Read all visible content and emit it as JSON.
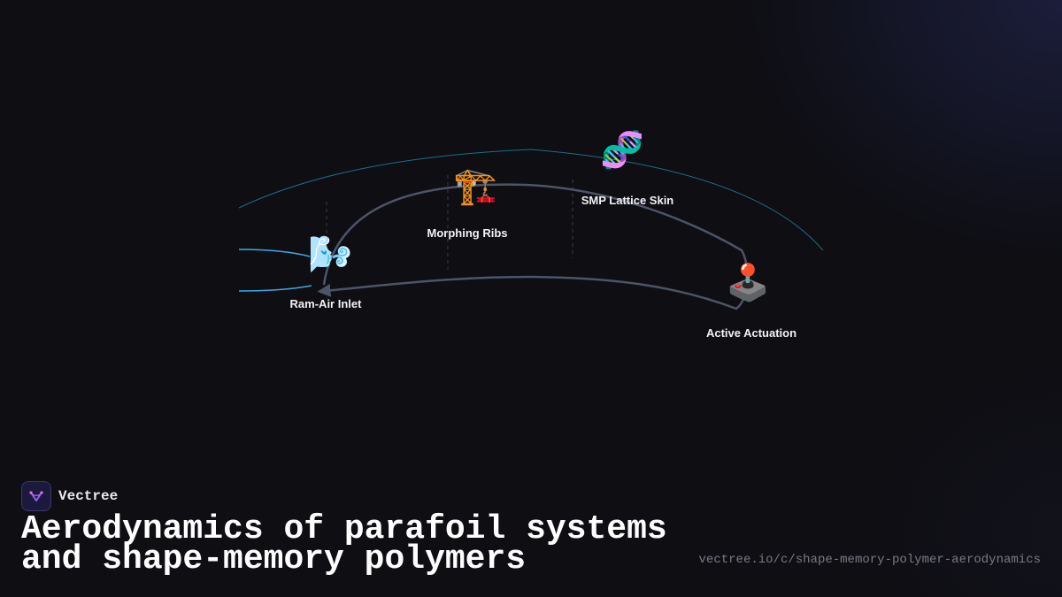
{
  "diagram": {
    "nodes": [
      {
        "id": "ram-air-inlet",
        "label": "Ram-Air Inlet",
        "icon": "wind-blowing-icon",
        "glyph": "🌬️"
      },
      {
        "id": "morphing-ribs",
        "label": "Morphing Ribs",
        "icon": "construction-crane-icon",
        "glyph": "🏗️"
      },
      {
        "id": "smp-lattice-skin",
        "label": "SMP Lattice Skin",
        "icon": "dna-icon",
        "glyph": "🧬"
      },
      {
        "id": "active-actuation",
        "label": "Active Actuation",
        "icon": "joystick-icon",
        "glyph": "🕹️"
      }
    ],
    "colors": {
      "flow_path": "#4c5566",
      "airflow": "#3ea8e8",
      "canopy": "#1d6e86",
      "divider": "#3a3f4a"
    }
  },
  "brand": {
    "name": "Vectree",
    "icon": "vectree-logo-icon"
  },
  "title": {
    "line1": "Aerodynamics of parafoil systems",
    "line2": "and shape-memory polymers"
  },
  "url": "vectree.io/c/shape-memory-polymer-aerodynamics"
}
